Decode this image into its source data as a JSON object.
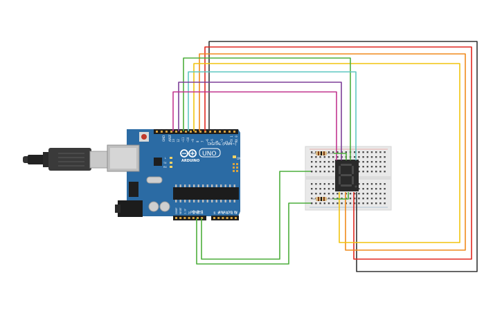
{
  "circuit": {
    "board": {
      "brand": "ARDUINO",
      "model": "UNO",
      "digital_label": "DIGITAL (PWM~)",
      "power_label": "POWER",
      "analog_label": "ANALOG IN",
      "aref_label": "AREF",
      "gnd_label": "GND",
      "on_label": "ON",
      "tx_label": "TX",
      "rx_label": "RX",
      "l_label": "L",
      "power_pins": [
        "IOREF",
        "RESET",
        "3.3V",
        "5V",
        "GND",
        "GND",
        "Vin"
      ],
      "analog_pins": [
        "A0",
        "A1",
        "A2",
        "A3",
        "A4",
        "A5"
      ],
      "digital_pins": [
        "13",
        "12",
        "~11",
        "~10",
        "~9",
        "8",
        "7",
        "~6",
        "~5",
        "4",
        "~3",
        "2",
        "TX 1",
        "RX 0"
      ]
    },
    "display": {
      "digit": "8",
      "type": "7-segment"
    },
    "wire_colors": {
      "black": "#333333",
      "red": "#e0271f",
      "orange": "#f08a1c",
      "yellow": "#f2c40e",
      "green": "#4cae3b",
      "cyan": "#5fc7c1",
      "purple": "#7d3f98",
      "magenta": "#c2368f"
    },
    "board_color": "#2b6ba4"
  }
}
